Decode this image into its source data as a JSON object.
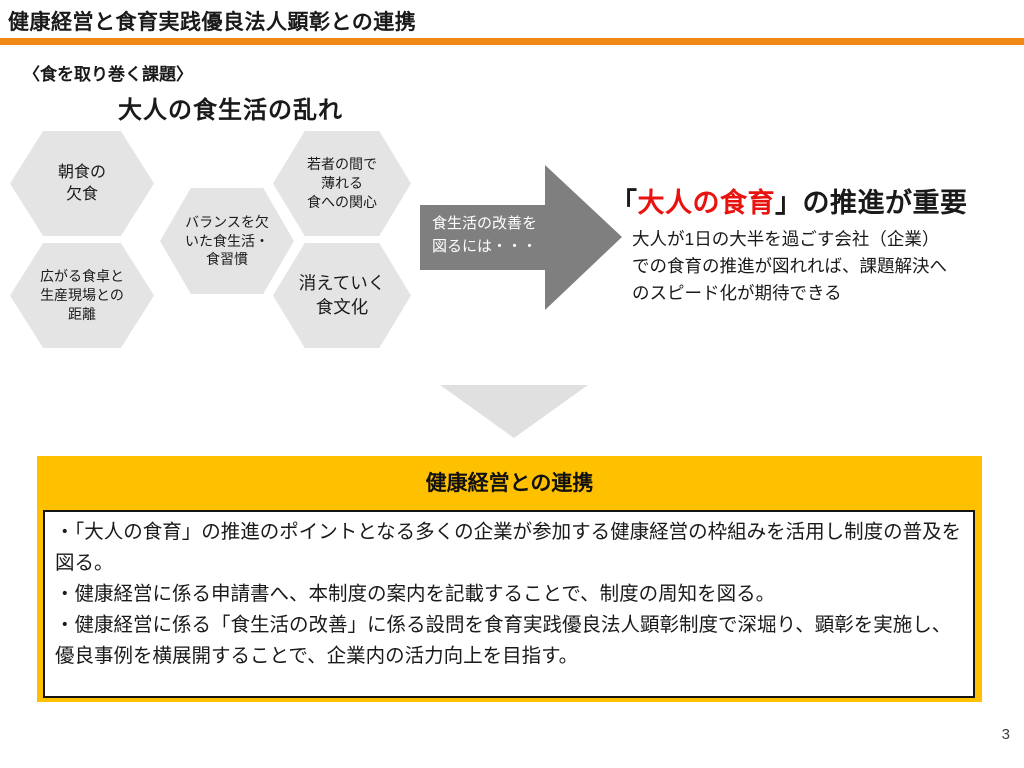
{
  "slide": {
    "title": "健康経営と食育実践優良法人顕彰との連携",
    "page_number": "3"
  },
  "colors": {
    "title_rule_orange": "#EF8913",
    "panel_gold": "#FFC000",
    "highlight_red": "#E8130F",
    "arrow_gray": "#7F7F7F",
    "hexagon_gray": "#E4E4E4",
    "triangle_gray": "#E0E0E0"
  },
  "issues_section": {
    "label": "〈食を取り巻く課題〉",
    "heading": "大人の食生活の乱れ",
    "hexagons": [
      {
        "label": "朝食の\n欠食"
      },
      {
        "label": "広がる食卓と\n生産現場との\n距離"
      },
      {
        "label": "バランスを欠\nいた食生活・\n食習慣"
      },
      {
        "label": "若者の間で\n薄れる\n食への関心"
      },
      {
        "label": "消えていく\n食文化"
      }
    ],
    "arrow_label": "食生活の改善を\n図るには・・・"
  },
  "key_message": {
    "bracket_open": "「",
    "highlight": "大人の食育",
    "rest": "」の推進が重要",
    "body": "大人が1日の大半を過ごす会社（企業）\nでの食育の推進が図れれば、課題解決へ\nのスピード化が期待できる"
  },
  "panel": {
    "header": "健康経営との連携",
    "bullets": [
      "・「大人の食育」の推進のポイントとなる多くの企業が参加する健康経営の枠組みを活用し制度の普及を図る。",
      "・健康経営に係る申請書へ、本制度の案内を記載することで、制度の周知を図る。",
      "・健康経営に係る「食生活の改善」に係る設問を食育実践優良法人顕彰制度で深堀り、顕彰を実施し、優良事例を横展開することで、企業内の活力向上を目指す。"
    ]
  }
}
